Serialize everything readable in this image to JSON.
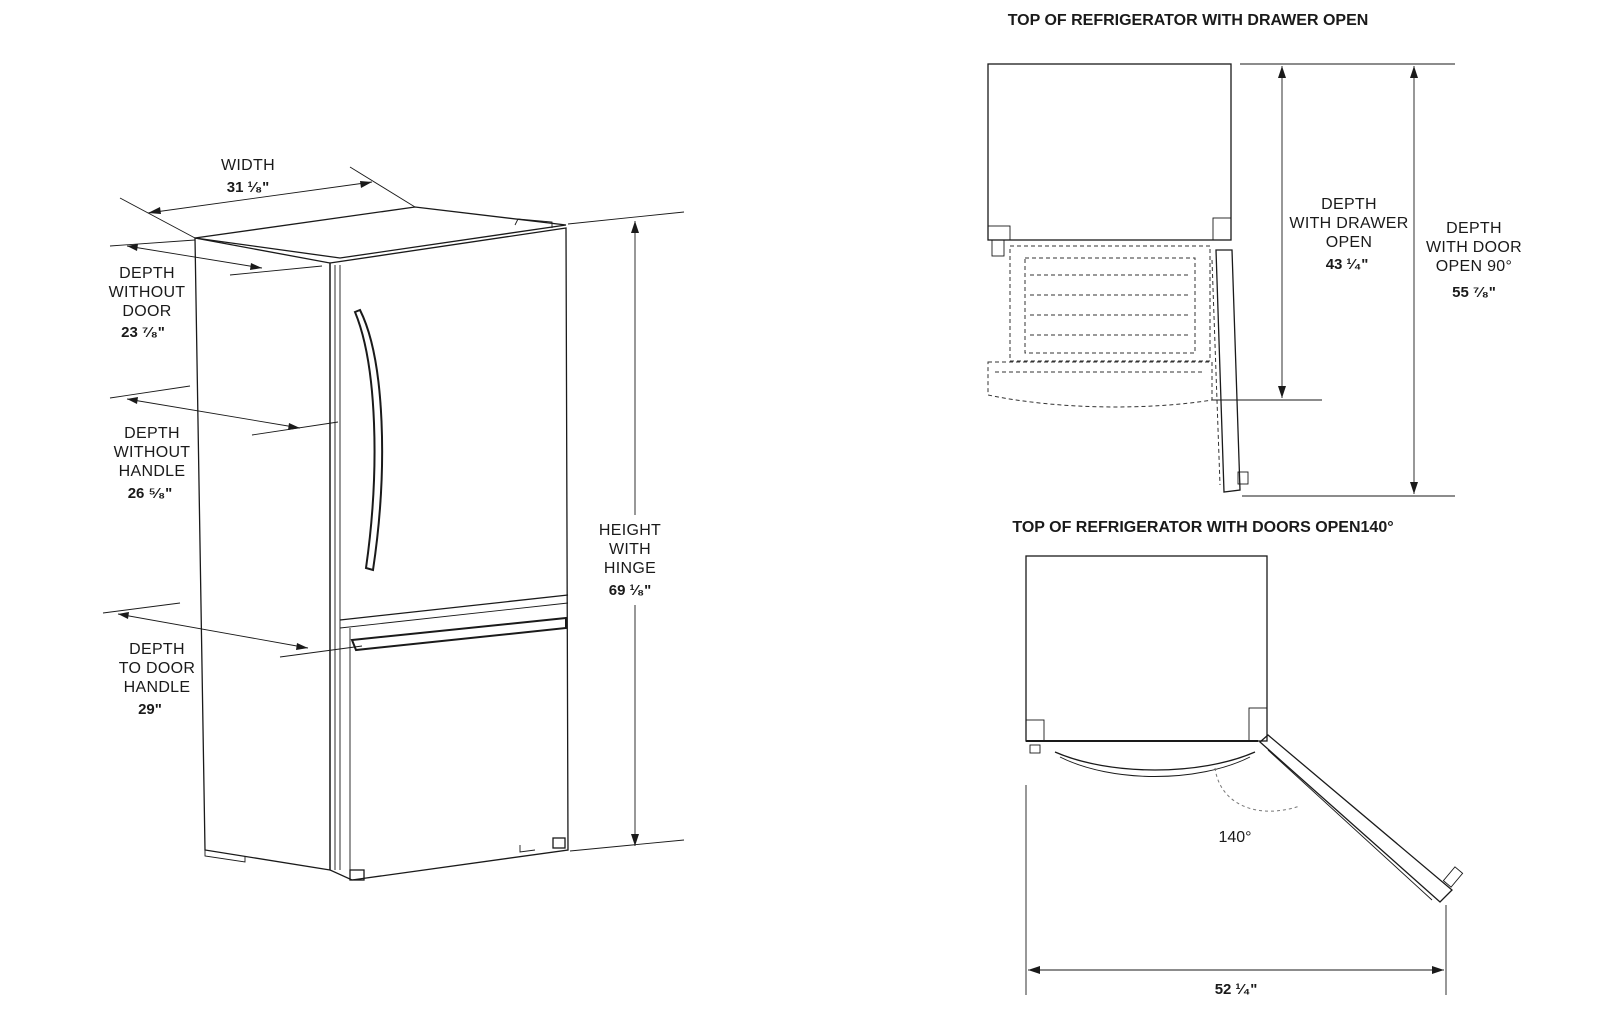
{
  "front_view": {
    "width": {
      "label": "WIDTH",
      "value": "31 ¹⁄₈\""
    },
    "depth_without_door": {
      "label": [
        "DEPTH",
        "WITHOUT",
        "DOOR"
      ],
      "value": "23 ⁷⁄₈\""
    },
    "depth_without_handle": {
      "label": [
        "DEPTH",
        "WITHOUT",
        "HANDLE"
      ],
      "value": "26 ⁵⁄₈\""
    },
    "depth_to_door_handle": {
      "label": [
        "DEPTH",
        "TO DOOR",
        "HANDLE"
      ],
      "value": "29\""
    },
    "height_with_hinge": {
      "label": [
        "HEIGHT",
        "WITH",
        "HINGE"
      ],
      "value": "69 ¹⁄₈\""
    }
  },
  "top_drawer_view": {
    "title": "TOP OF REFRIGERATOR WITH DRAWER OPEN",
    "depth_with_drawer_open": {
      "label": [
        "DEPTH",
        "WITH DRAWER",
        "OPEN"
      ],
      "value": "43 ¹⁄₄\""
    },
    "depth_with_door_open_90": {
      "label": [
        "DEPTH",
        "WITH DOOR",
        "OPEN 90°"
      ],
      "value": "55 ⁷⁄₈\""
    }
  },
  "top_doors_view": {
    "title": "TOP OF REFRIGERATOR WITH DOORS OPEN140°",
    "angle": "140°",
    "overall_width": "52 ¹⁄₄\""
  }
}
